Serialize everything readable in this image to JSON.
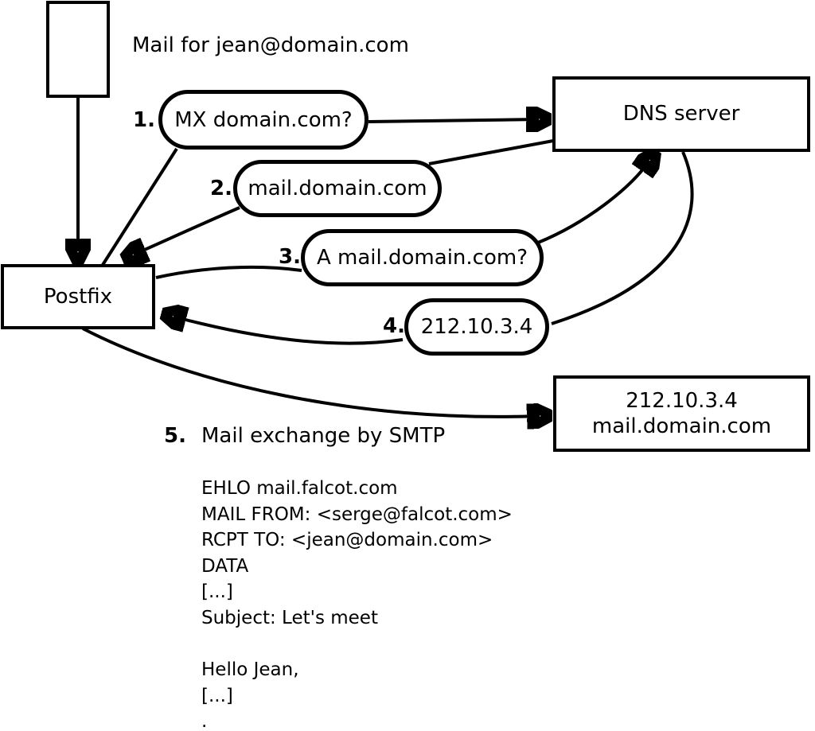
{
  "diagram": {
    "mail_note": "Mail for jean@domain.com",
    "nodes": {
      "postfix": {
        "label": "Postfix"
      },
      "dns_server": {
        "label": "DNS server"
      },
      "destination": {
        "line1": "212.10.3.4",
        "line2": "mail.domain.com"
      }
    },
    "steps": [
      {
        "num": "1.",
        "label": "MX domain.com?"
      },
      {
        "num": "2.",
        "label": "mail.domain.com"
      },
      {
        "num": "3.",
        "label": "A mail.domain.com?"
      },
      {
        "num": "4.",
        "label": "212.10.3.4"
      },
      {
        "num": "5.",
        "label": "Mail exchange by SMTP"
      }
    ],
    "smtp_session": [
      "EHLO mail.falcot.com",
      "MAIL FROM: <serge@falcot.com>",
      "RCPT TO: <jean@domain.com>",
      "DATA",
      "[...]",
      "Subject: Let's meet",
      "",
      "Hello Jean,",
      "[...]",
      "."
    ]
  },
  "colors": {
    "line": "#000000",
    "background": "#ffffff"
  }
}
